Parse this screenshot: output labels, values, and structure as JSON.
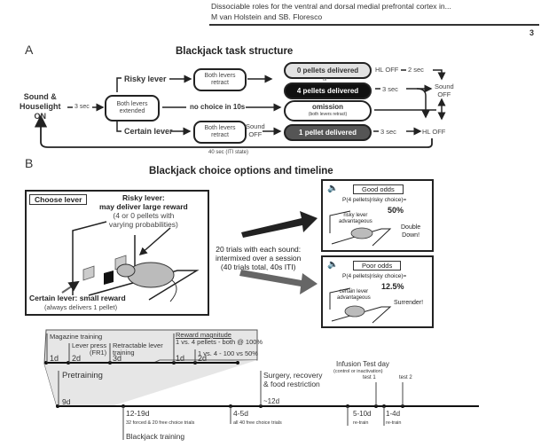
{
  "header": {
    "title": "Dissociable roles for the ventral and dorsal medial prefrontal cortex in...",
    "authors": "M van Holstein and SB. Floresco",
    "page_number": "3"
  },
  "panel_a": {
    "letter": "A",
    "title": "Blackjack task structure",
    "start": [
      "Sound &",
      "Houselight",
      "ON"
    ],
    "delay_3sec": "3 sec",
    "both_extended": [
      "Both levers",
      "extended"
    ],
    "risky_lever": "Risky lever",
    "certain_lever": "Certain lever",
    "no_choice": "no choice in 10s",
    "both_retract": [
      "Both levers",
      "retract"
    ],
    "sound_off_mid": [
      "Sound",
      "OFF"
    ],
    "outcome_0": "0 pellets delivered",
    "or": "or",
    "outcome_4": "4 pellets delivered",
    "omission": "omission",
    "omission_sub": "(both levers retract)",
    "outcome_1": "1 pellet delivered",
    "hl_off_top": "HL OFF",
    "two_sec": "2 sec",
    "three_sec": "3 sec",
    "sound_off_right": [
      "Sound",
      "OFF"
    ],
    "hl_off_bottom": "HL OFF",
    "iti": "40 sec (ITI state)"
  },
  "panel_b": {
    "letter": "B",
    "title": "Blackjack choice options and timeline",
    "choose_lever": "Choose lever",
    "risky_title": [
      "Risky lever:",
      "may deliver large reward"
    ],
    "risky_sub": [
      "(4 or 0 pellets with",
      "varying probabilities)"
    ],
    "certain_title": "Certain lever: small reward",
    "certain_sub": "(always delivers 1 pellet)",
    "trials_text": [
      "20 trials with each sound:",
      "intermixed over a session",
      "(40 trials total, 40s ITI)"
    ],
    "good": {
      "tag": "Good odds",
      "prob_label": "P(4 pellets|risky choice)=",
      "prob_value": "50%",
      "advice_lever": [
        "risky lever",
        "advantageous"
      ],
      "action": [
        "Double",
        "Down!"
      ]
    },
    "poor": {
      "tag": "Poor odds",
      "prob_label": "P(4 pellets|risky choice)=",
      "prob_value": "12.5%",
      "advice_lever": [
        "certain lever",
        "advantageous"
      ],
      "action": [
        "Surrender!"
      ]
    }
  },
  "timeline": {
    "pretraining_steps": [
      {
        "label": "Magazine training",
        "duration": "1d"
      },
      {
        "label": [
          "Lever press",
          "(FR1)"
        ],
        "duration": "2d"
      },
      {
        "label": [
          "Retractable lever",
          "training"
        ],
        "duration": "3d"
      },
      {
        "label": [
          "Reward magnitude",
          "1 vs. 4 pellets - both @ 100%"
        ],
        "duration": "1d"
      },
      {
        "label": "1 vs. 4 - 100 vs 50%",
        "duration": "2d"
      }
    ],
    "pretraining": "Pretraining",
    "pretraining_duration": "9d",
    "blackjack_duration": "12-19d",
    "blackjack_detail": "32 forced & 20 free choice trials",
    "blackjack_label": "Blackjack training",
    "second_duration": "4-5d",
    "second_detail": "all 40 free choice trials",
    "surgery": [
      "Surgery, recovery",
      "& food restriction"
    ],
    "surgery_duration": "~12d",
    "infusion_title": "Infusion Test day",
    "infusion_sub": "(control or inactivation)",
    "test1": "test 1",
    "test2": "test 2",
    "retrain1_duration": "5-10d",
    "retrain1": "re-train",
    "retrain2_duration": "1-4d",
    "retrain2": "re-train"
  }
}
